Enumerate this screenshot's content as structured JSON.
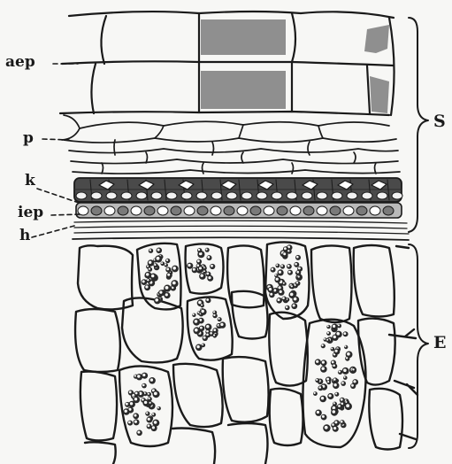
{
  "figure": {
    "labels": {
      "aep": "aep",
      "p": "p",
      "k": "k",
      "iep": "iep",
      "h": "h",
      "s": "S",
      "e": "E"
    },
    "colors": {
      "ink": "#1a1a1a",
      "paper": "#f7f7f5",
      "shade": "#8f8f8f",
      "grain": "#2a2a2a"
    }
  }
}
